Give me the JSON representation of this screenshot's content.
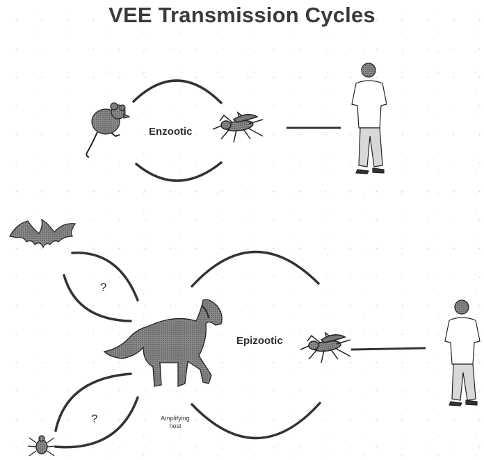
{
  "title": "VEE Transmission Cycles",
  "enzootic": {
    "label": "Enzootic"
  },
  "epizootic": {
    "label": "Epizootic"
  },
  "unknown_reservoir_upper": "?",
  "unknown_reservoir_lower": "?",
  "amplifying_host": {
    "line1": "Amplifying",
    "line2": "host"
  },
  "icons": [
    "rodent-icon",
    "mosquito-icon",
    "human-icon",
    "bat-icon",
    "tick-icon",
    "horse-icon"
  ],
  "colors": {
    "title": "#3a3a3a",
    "ink": "#2b2b2b",
    "fill": "#6b6b6b"
  }
}
